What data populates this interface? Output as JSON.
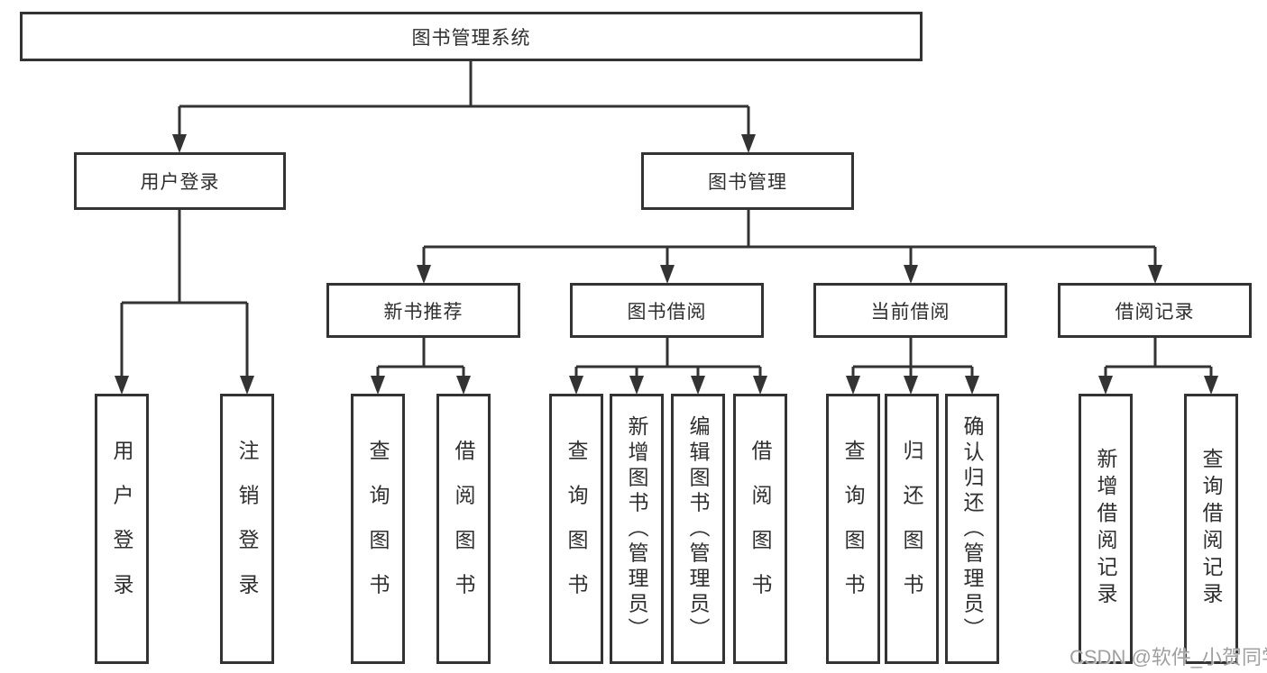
{
  "root": {
    "label": "图书管理系统"
  },
  "level2": [
    {
      "label": "用户登录",
      "children": [
        "用户登录",
        "注销登录"
      ]
    },
    {
      "label": "图书管理",
      "children": [
        "新书推荐",
        "图书借阅",
        "当前借阅",
        "借阅记录"
      ]
    }
  ],
  "level3": [
    {
      "label": "新书推荐",
      "children": [
        "查询图书",
        "借阅图书"
      ]
    },
    {
      "label": "图书借阅",
      "children": [
        "查询图书",
        "新增图书（管理员）",
        "编辑图书（管理员）",
        "借阅图书"
      ]
    },
    {
      "label": "当前借阅",
      "children": [
        "查询图书",
        "归还图书",
        "确认归还（管理员）"
      ]
    },
    {
      "label": "借阅记录",
      "children": [
        "新增借阅记录",
        "查询借阅记录"
      ]
    }
  ],
  "leaves": [
    {
      "label": "用户登录"
    },
    {
      "label": "注销登录"
    },
    {
      "label": "查询图书"
    },
    {
      "label": "借阅图书"
    },
    {
      "label": "查询图书"
    },
    {
      "label": "新增图书（管理员）"
    },
    {
      "label": "编辑图书（管理员）"
    },
    {
      "label": "借阅图书"
    },
    {
      "label": "查询图书"
    },
    {
      "label": "归还图书"
    },
    {
      "label": "确认归还（管理员）"
    },
    {
      "label": "新增借阅记录"
    },
    {
      "label": "查询借阅记录"
    }
  ],
  "watermark": {
    "text": "CSDN @软件_小贺同学"
  },
  "colors": {
    "line": "#333333",
    "text": "#2f2f2f",
    "box_fill": "#ffffff",
    "watermark": "#a0a0a0"
  }
}
